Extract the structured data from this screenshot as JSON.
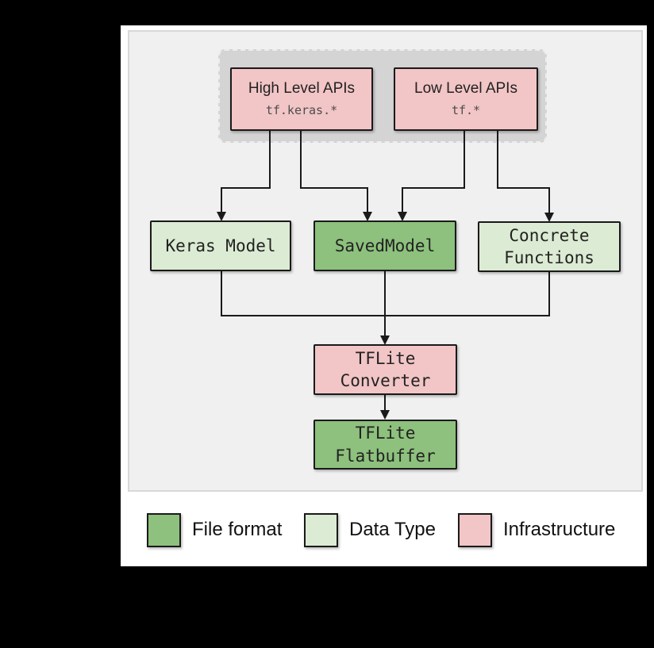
{
  "colors": {
    "background": "#000000",
    "card": "#ffffff",
    "panel_fill": "#f0f0f0",
    "panel_border": "#d8d8d8",
    "group_fill": "#d4d4d4",
    "group_border": "#ededed",
    "infrastructure_pink": "#f2c5c6",
    "file_format_green": "#8dc17d",
    "data_type_green": "#dcebd3",
    "line": "#1a1a1a",
    "text": "#222222",
    "code_text": "#4d4d4d"
  },
  "diagram": {
    "nodes": {
      "high_level_apis": {
        "title": "High Level APIs",
        "code": "tf.keras.*",
        "category": "Infrastructure"
      },
      "low_level_apis": {
        "title": "Low Level APIs",
        "code": "tf.*",
        "category": "Infrastructure"
      },
      "keras_model": {
        "label": "Keras Model",
        "category": "Data Type"
      },
      "saved_model": {
        "label": "SavedModel",
        "category": "File format"
      },
      "concrete_functions": {
        "label": "Concrete\nFunctions",
        "category": "Data Type"
      },
      "tflite_converter": {
        "label": "TFLite\nConverter",
        "category": "Infrastructure"
      },
      "tflite_flatbuffer": {
        "label": "TFLite\nFlatbuffer",
        "category": "File format"
      }
    },
    "edges": [
      {
        "from": "high_level_apis",
        "to": "keras_model"
      },
      {
        "from": "high_level_apis",
        "to": "saved_model"
      },
      {
        "from": "low_level_apis",
        "to": "saved_model"
      },
      {
        "from": "low_level_apis",
        "to": "concrete_functions"
      },
      {
        "from": "keras_model",
        "to": "tflite_converter"
      },
      {
        "from": "saved_model",
        "to": "tflite_converter"
      },
      {
        "from": "concrete_functions",
        "to": "tflite_converter"
      },
      {
        "from": "tflite_converter",
        "to": "tflite_flatbuffer"
      }
    ]
  },
  "legend": {
    "items": [
      {
        "label": "File format",
        "color": "#8dc17d"
      },
      {
        "label": "Data Type",
        "color": "#dcebd3"
      },
      {
        "label": "Infrastructure",
        "color": "#f2c5c6"
      }
    ]
  }
}
